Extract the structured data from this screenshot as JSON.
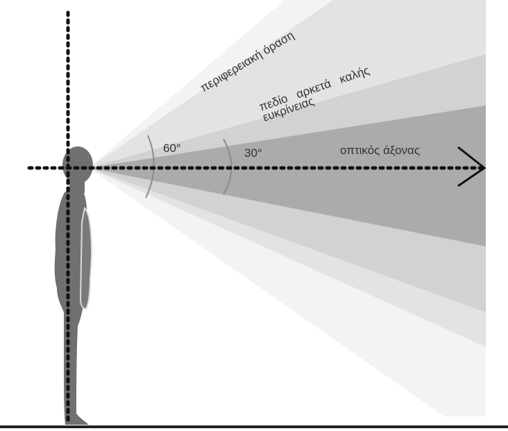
{
  "labels": {
    "peripheral": "περιφερειακή όραση",
    "acuity_line1": "πεδίο   αρκετά   καλής",
    "acuity_line2": "ευκρίνειας",
    "angle_60": "60°",
    "angle_30": "30°",
    "axis": "οπτικός άξονας"
  },
  "colors": {
    "outer_cone": "#f3f3f3",
    "middle_cone": "#e2e2e2",
    "inner_cone": "#cfcfcf",
    "core_cone": "#a9a9a9",
    "figure": "#707070",
    "dots": "#111111",
    "ground": "#222222"
  }
}
